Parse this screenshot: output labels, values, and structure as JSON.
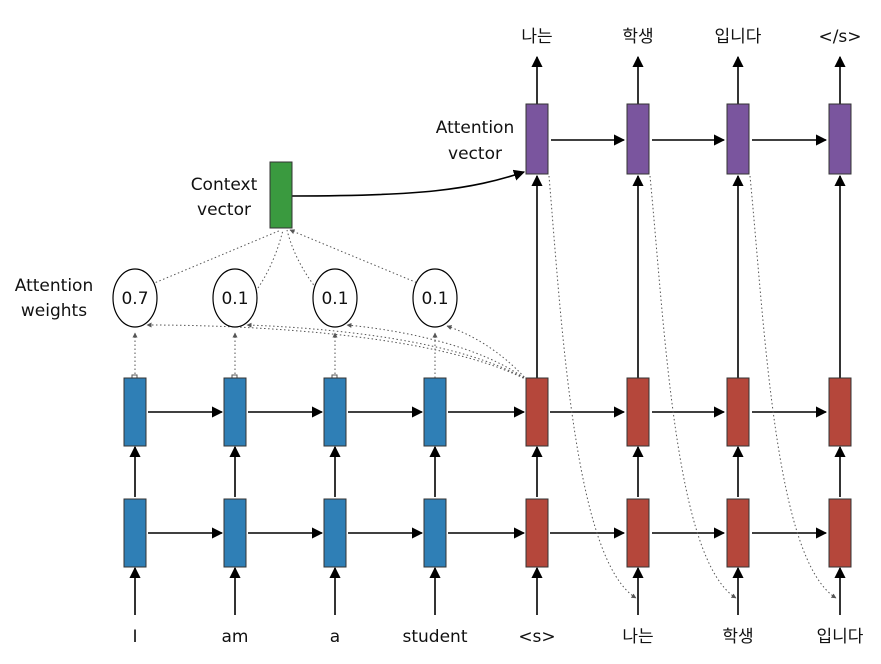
{
  "labels": {
    "context_vector": [
      "Context",
      "vector"
    ],
    "attention_vector": [
      "Attention",
      "vector"
    ],
    "attention_weights": [
      "Attention",
      "weights"
    ]
  },
  "source_tokens": [
    "I",
    "am",
    "a",
    "student"
  ],
  "decoder_inputs": [
    "<s>",
    "나는",
    "학생",
    "입니다"
  ],
  "outputs": [
    "나는",
    "학생",
    "입니다",
    "</s>"
  ],
  "attention_weights": [
    "0.7",
    "0.1",
    "0.1",
    "0.1"
  ],
  "colors": {
    "encoder": "#2f7fb6",
    "decoder": "#b5473b",
    "context": "#3a9a3f",
    "attention": "#7a559e"
  }
}
